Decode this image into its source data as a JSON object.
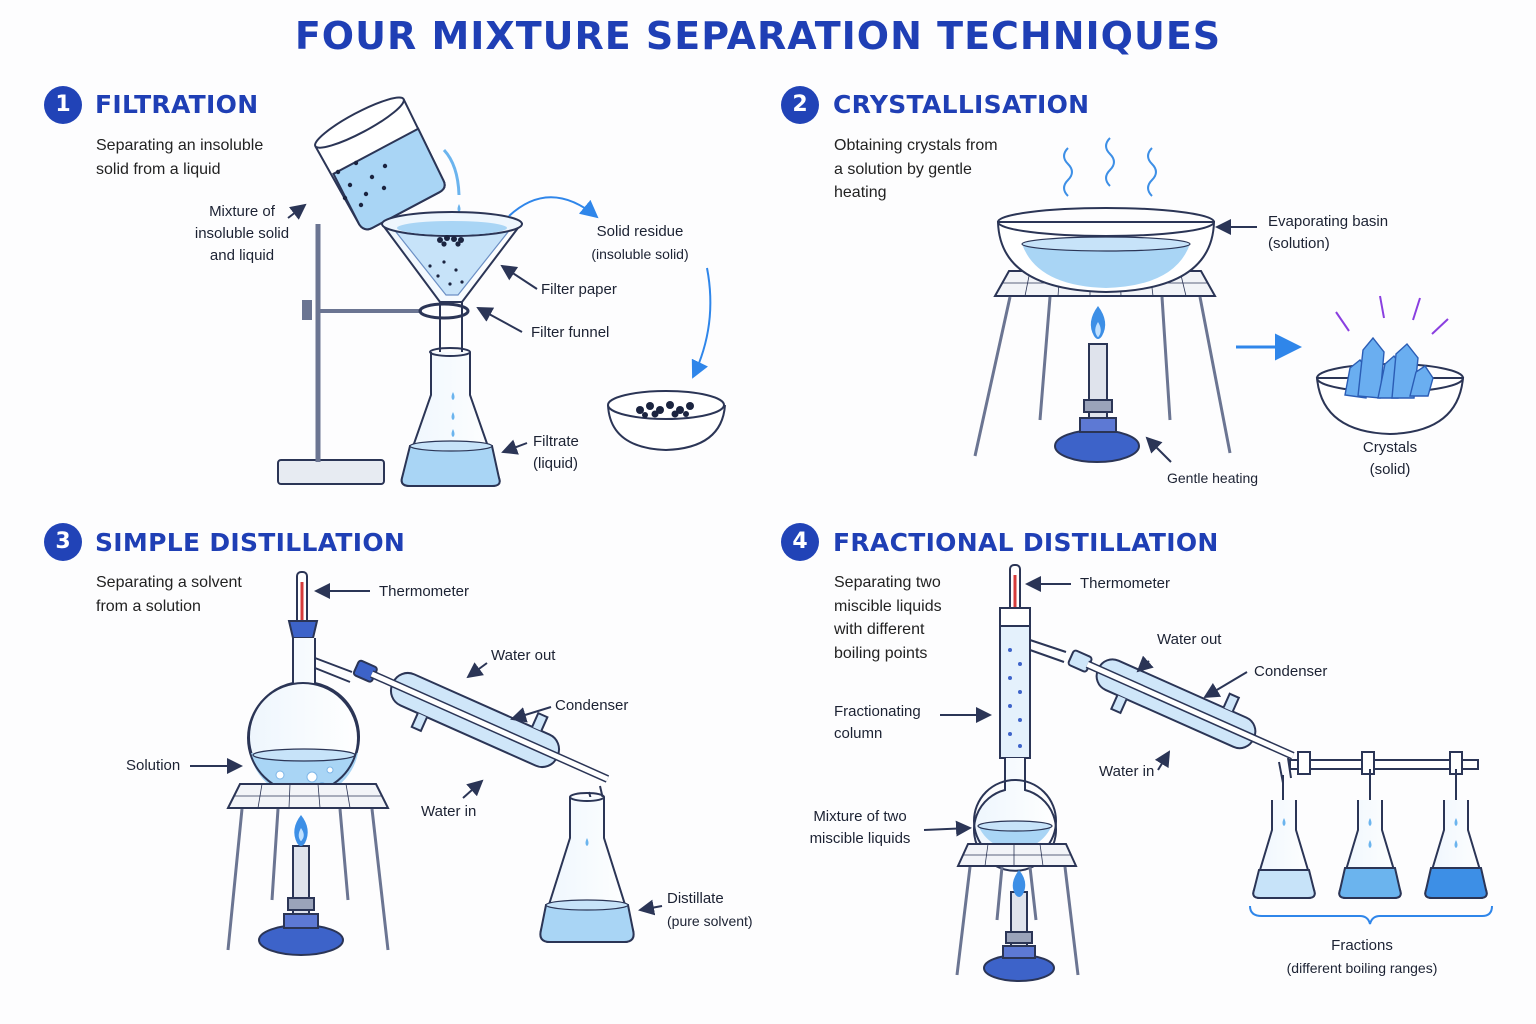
{
  "title": "FOUR MIXTURE SEPARATION TECHNIQUES",
  "sections": [
    {
      "number": "1",
      "title": "FILTRATION",
      "description": [
        "Separating an insoluble",
        "solid from a liquid"
      ],
      "labels": {
        "mixture": [
          "Mixture of",
          "insoluble solid",
          "and liquid"
        ],
        "residue": [
          "Solid residue",
          "(insoluble solid)"
        ],
        "filter_paper": "Filter paper",
        "filter_funnel": "Filter funnel",
        "filtrate": [
          "Filtrate",
          "(liquid)"
        ]
      }
    },
    {
      "number": "2",
      "title": "CRYSTALLISATION",
      "description": [
        "Obtaining crystals from",
        "a solution by gentle",
        "heating"
      ],
      "labels": {
        "basin": [
          "Evaporating basin",
          "(solution)"
        ],
        "heating": "Gentle heating",
        "crystals": [
          "Crystals",
          "(solid)"
        ]
      }
    },
    {
      "number": "3",
      "title": "SIMPLE DISTILLATION",
      "description": [
        "Separating a solvent",
        "from a solution"
      ],
      "labels": {
        "thermometer": "Thermometer",
        "water_out": "Water out",
        "condenser": "Condenser",
        "solution": "Solution",
        "water_in": "Water in",
        "distillate": [
          "Distillate",
          "(pure solvent)"
        ]
      }
    },
    {
      "number": "4",
      "title": "FRACTIONAL DISTILLATION",
      "description": [
        "Separating two",
        "miscible liquids",
        "with different",
        "boiling points"
      ],
      "labels": {
        "thermometer": "Thermometer",
        "water_out": "Water out",
        "condenser": "Condenser",
        "column": [
          "Fractionating",
          "column"
        ],
        "water_in": "Water in",
        "mixture": [
          "Mixture of two",
          "miscible liquids"
        ],
        "fractions": [
          "Fractions",
          "(different boiling ranges)"
        ]
      }
    }
  ],
  "colors": {
    "title_blue": "#1f3fb5",
    "outline": "#2b3556",
    "liquid": "#9fd0f5",
    "flame": "#3d8fe6",
    "arrow_blue": "#2f86ea",
    "crystal_sparkle": "#8a3fe0"
  }
}
